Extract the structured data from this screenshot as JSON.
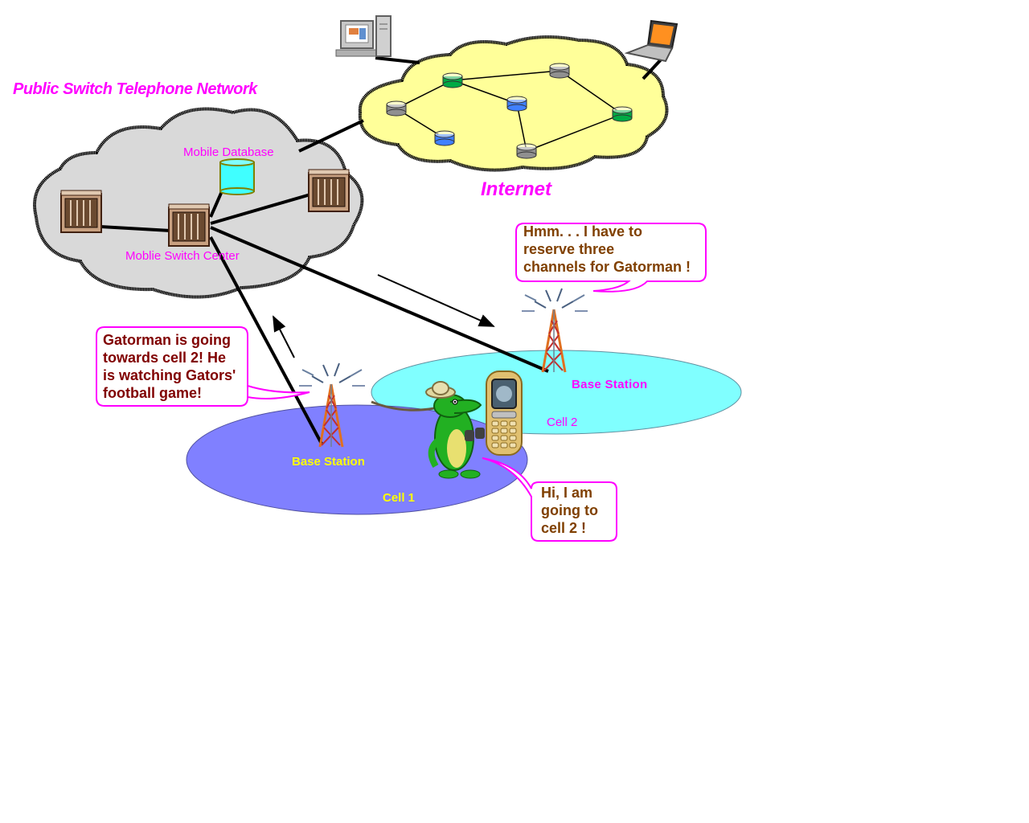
{
  "pstn": {
    "title": "Public Switch Telephone Network",
    "database_label": "Mobile Database",
    "msc_label": "Moblie Switch Center"
  },
  "internet": {
    "title": "Internet"
  },
  "cell1": {
    "label": "Cell 1",
    "base_station_label": "Base Station"
  },
  "cell2": {
    "label": "Cell 2",
    "base_station_label": "Base Station"
  },
  "bubbles": {
    "cell1_station": "Gatorman is going\ntowards cell 2! He\nis watching Gators'\nfootball game!",
    "cell2_station": "Hmm. . . I have to\nreserve three\nchannels for Gatorman !",
    "gatorman": "Hi, I am\ngoing to\ncell 2 !"
  },
  "colors": {
    "magenta": "#ff00ff",
    "pstn_cloud": "#d9d9d9",
    "internet_cloud": "#ffff99",
    "cell1_fill": "#8080ff",
    "cell2_fill": "#80ffff",
    "yellow_label": "#ffff00",
    "bubble_text_dark": "#800000",
    "bubble_text_brown": "#804000",
    "database": "#40ffff"
  }
}
